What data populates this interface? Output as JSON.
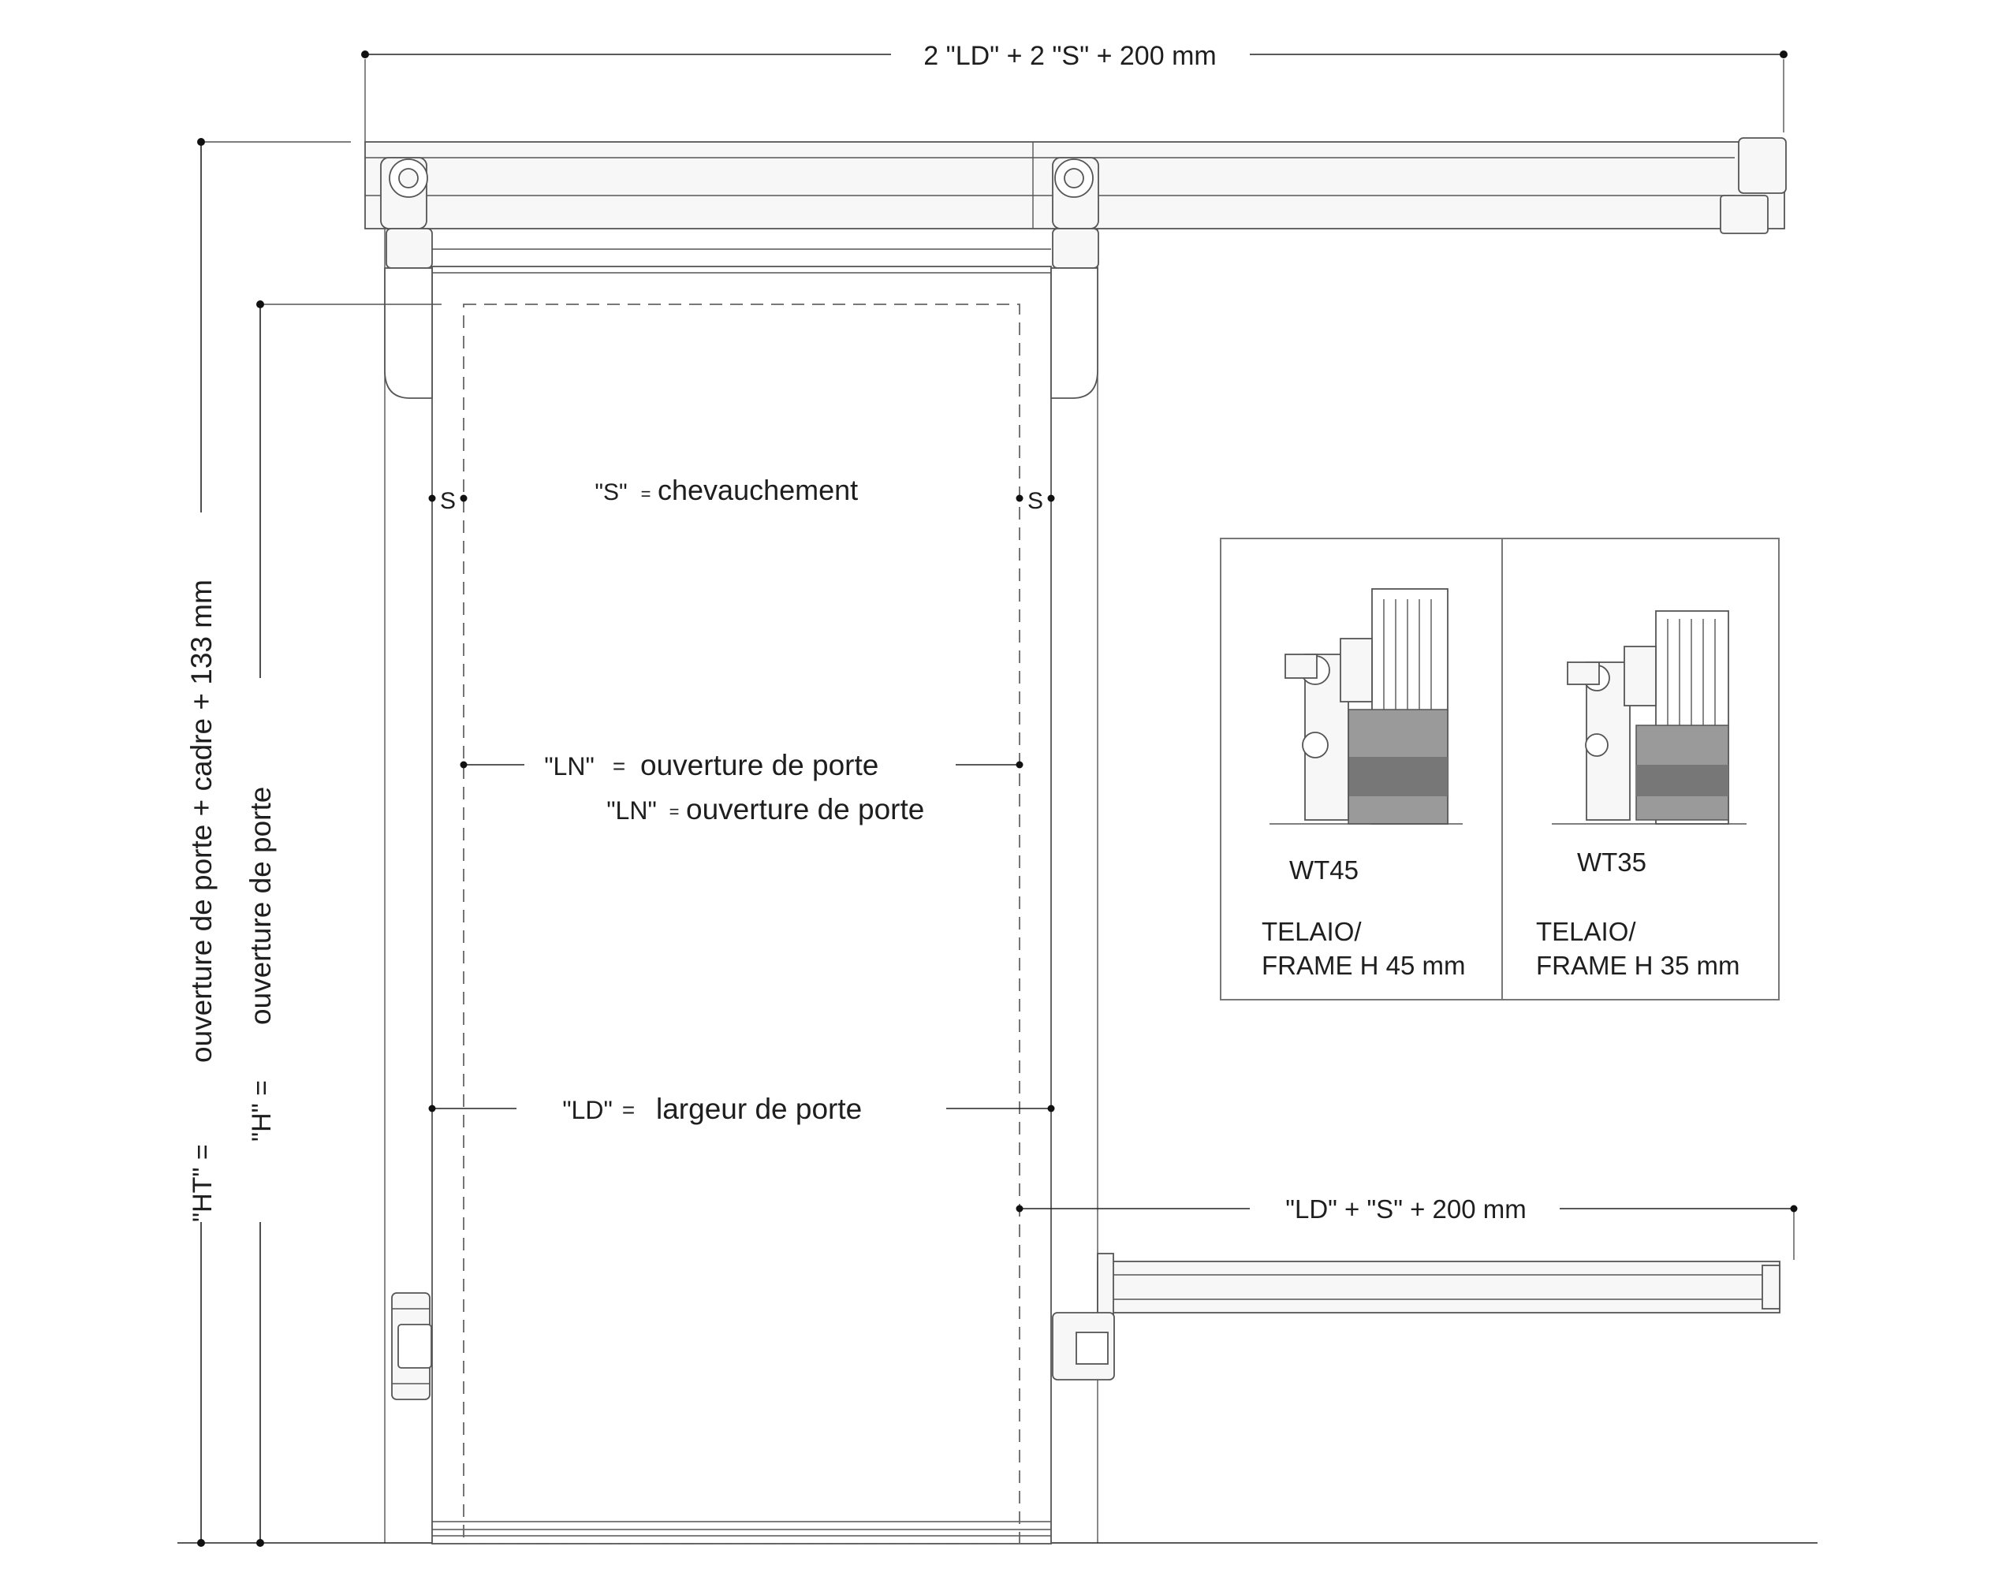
{
  "dimensions": {
    "top_total": "2 \"LD\" + 2 \"S\" + 200 mm",
    "overlap_left": "S",
    "overlap_right": "S",
    "overlap_note_key": "\"S\"",
    "overlap_note_eq": "=",
    "overlap_note_text": "chevauchement",
    "ln_key": "\"LN\"",
    "ln_eq": "=",
    "ln_text": "ouverture de porte",
    "ln2_key": "\"LN\"",
    "ln2_eq": "=",
    "ln2_text": "ouverture de porte",
    "ld_key": "\"LD\"",
    "ld_eq": "=",
    "ld_text": "largeur de porte",
    "ld_s": "\"LD\" + \"S\" + 200 mm",
    "ht_key": "\"HT\" =",
    "ht_text": "ouverture de porte + cadre + 133 mm",
    "h_key": "\"H\" =",
    "h_text": "ouverture de porte"
  },
  "details": [
    {
      "code": "WT45",
      "line1": "TELAIO/",
      "line2": "FRAME H 45 mm"
    },
    {
      "code": "WT35",
      "line1": "TELAIO/",
      "line2": "FRAME H 35 mm"
    }
  ]
}
